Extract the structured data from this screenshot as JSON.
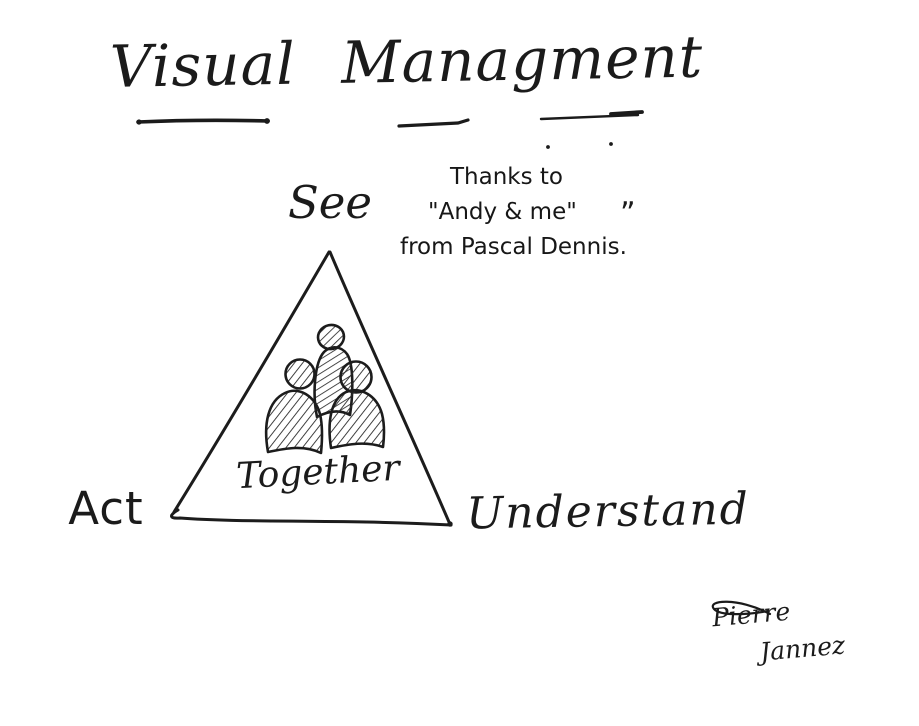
{
  "canvas": {
    "background_color": "#ffffff",
    "ink_color": "#1b1b1b"
  },
  "title": {
    "text": "Visual Managment"
  },
  "note": {
    "line1": "Thanks to",
    "hanging_quote": "„",
    "line2": "\"Andy & me\"",
    "line3": "from Pascal Dennis."
  },
  "triangle": {
    "top_label": "See",
    "left_label": "Act",
    "right_label": "Understand",
    "center_label": "Together"
  },
  "icons": {
    "people_group_icon": "three hatched sketch figures"
  },
  "signature": {
    "line1": "Pierre",
    "line2": "Jannez"
  }
}
